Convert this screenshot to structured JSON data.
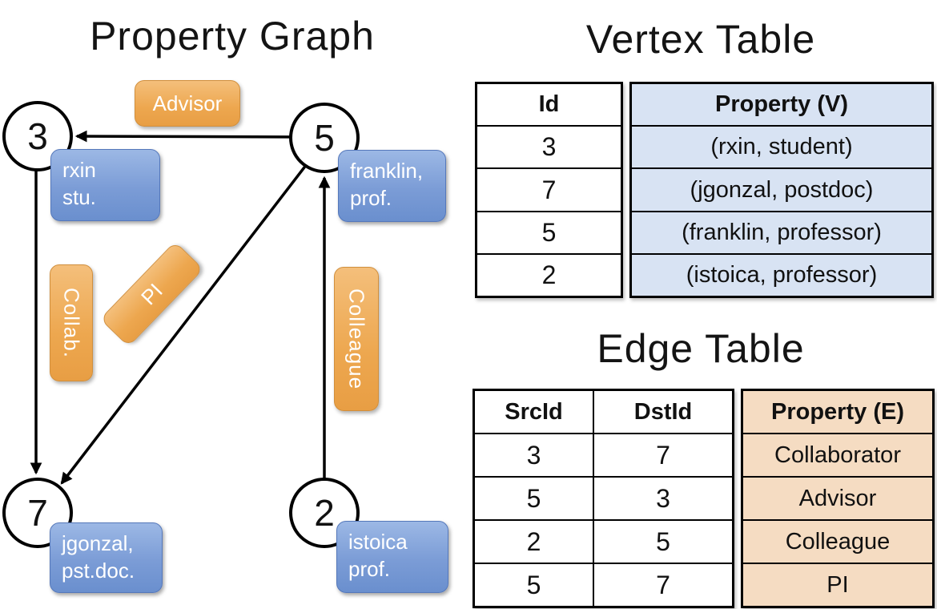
{
  "graph": {
    "title": "Property Graph",
    "nodes": [
      {
        "id": "3",
        "prop_line1": "rxin",
        "prop_line2": "stu."
      },
      {
        "id": "5",
        "prop_line1": "franklin,",
        "prop_line2": "prof."
      },
      {
        "id": "7",
        "prop_line1": "jgonzal,",
        "prop_line2": "pst.doc."
      },
      {
        "id": "2",
        "prop_line1": "istoica",
        "prop_line2": "prof."
      }
    ],
    "edge_labels": {
      "advisor": "Advisor",
      "collab": "Collab.",
      "pi": "PI",
      "colleague": "Colleague"
    }
  },
  "vertex_table": {
    "title": "Vertex Table",
    "id_header": "Id",
    "property_header": "Property (V)",
    "rows": [
      {
        "id": "3",
        "property": "(rxin, student)"
      },
      {
        "id": "7",
        "property": "(jgonzal, postdoc)"
      },
      {
        "id": "5",
        "property": "(franklin, professor)"
      },
      {
        "id": "2",
        "property": "(istoica, professor)"
      }
    ]
  },
  "edge_table": {
    "title": "Edge Table",
    "src_header": "SrcId",
    "dst_header": "DstId",
    "property_header": "Property (E)",
    "rows": [
      {
        "src": "3",
        "dst": "7",
        "property": "Collaborator"
      },
      {
        "src": "5",
        "dst": "3",
        "property": "Advisor"
      },
      {
        "src": "2",
        "dst": "5",
        "property": "Colleague"
      },
      {
        "src": "5",
        "dst": "7",
        "property": "PI"
      }
    ]
  },
  "colors": {
    "accent_orange": "#eda85a",
    "accent_blue": "#7d9fd6",
    "vertex_cell_blue": "#d8e3f3",
    "edge_cell_tan": "#f5dcc2",
    "line_black": "#000000"
  }
}
